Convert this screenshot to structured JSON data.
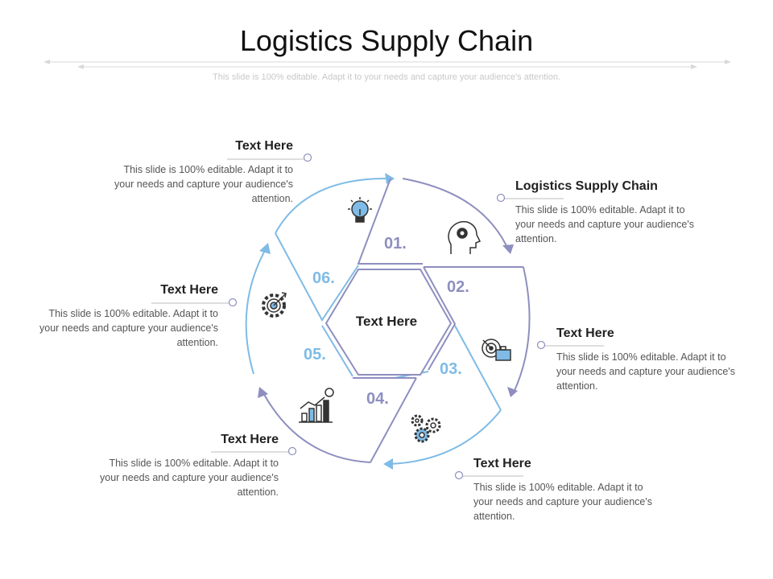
{
  "header": {
    "title": "Logistics Supply Chain",
    "subtitle": "This slide is 100% editable. Adapt it to your needs and capture your audience's attention."
  },
  "center": {
    "label": "Text Here"
  },
  "steps": [
    {
      "number": "01.",
      "heading": "Logistics Supply Chain",
      "text": "This slide is 100% editable. Adapt it to your needs and capture your audience's attention.",
      "icon": "head-gear-icon"
    },
    {
      "number": "02.",
      "heading": "Text Here",
      "text": "This slide is 100% editable. Adapt it to your needs and capture your audience's attention.",
      "icon": "target-briefcase-icon"
    },
    {
      "number": "03.",
      "heading": "Text Here",
      "text": "This slide is 100% editable. Adapt it to your needs and capture your audience's attention.",
      "icon": "gears-icon"
    },
    {
      "number": "04.",
      "heading": "Text Here",
      "text": "This slide is 100% editable. Adapt it to your needs and capture your audience's attention.",
      "icon": "growth-chart-icon"
    },
    {
      "number": "05.",
      "heading": "Text Here",
      "text": "This slide is 100% editable. Adapt it to your needs and capture your audience's attention.",
      "icon": "gear-target-icon"
    },
    {
      "number": "06.",
      "heading": "Text Here",
      "text": "This slide is 100% editable. Adapt it to your needs and capture your audience's attention.",
      "icon": "lightbulb-icon"
    }
  ],
  "colors": {
    "purple": "#8e8fbf",
    "blue": "#7fbbe6",
    "text": "#222222",
    "muted": "#555555"
  }
}
